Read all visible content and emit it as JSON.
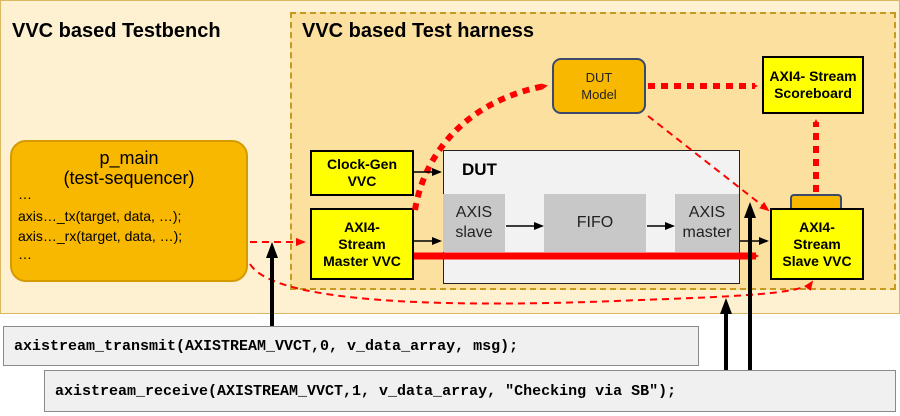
{
  "testbench": {
    "title": "VVC based Testbench"
  },
  "harness": {
    "title": "VVC based Test harness"
  },
  "p_main": {
    "line1": "p_main",
    "line2": "(test-sequencer)",
    "dots1": "…",
    "tx_call": "axis…_tx(target, data, …);",
    "rx_call": "axis…_rx(target, data, …);",
    "dots2": "…"
  },
  "dut_model": {
    "line1": "DUT",
    "line2": "Model"
  },
  "scoreboard": {
    "line1": "AXI4- Stream",
    "line2": "Scoreboard"
  },
  "clock_gen": {
    "line1": "Clock-Gen",
    "line2": "VVC"
  },
  "dut": {
    "title": "DUT"
  },
  "axis_slave": {
    "line1": "AXIS",
    "line2": "slave"
  },
  "fifo": {
    "label": "FIFO"
  },
  "axis_master": {
    "line1": "AXIS",
    "line2": "master"
  },
  "master_vvc": {
    "line1": "AXI4-",
    "line2": "Stream",
    "line3": "Master VVC"
  },
  "slave_vvc": {
    "line1": "AXI4-",
    "line2": "Stream",
    "line3": "Slave VVC"
  },
  "commands": {
    "transmit": "axistream_transmit(AXISTREAM_VVCT,0, v_data_array, msg);",
    "receive": "axistream_receive(AXISTREAM_VVCT,1, v_data_array, \"Checking via SB\");"
  },
  "colors": {
    "testbench_bg": "#fdf1d2",
    "harness_bg": "#fbe0a0",
    "harness_border": "#c49a20",
    "p_main_fill": "#f9b800",
    "model_fill": "#f9b800",
    "vvc_fill": "#ffff00",
    "dut_bg": "#f2f2f2",
    "submodule_fill": "#c8c8c8",
    "arrow_red": "#ff0000",
    "code_bg": "#f0f0f0"
  }
}
